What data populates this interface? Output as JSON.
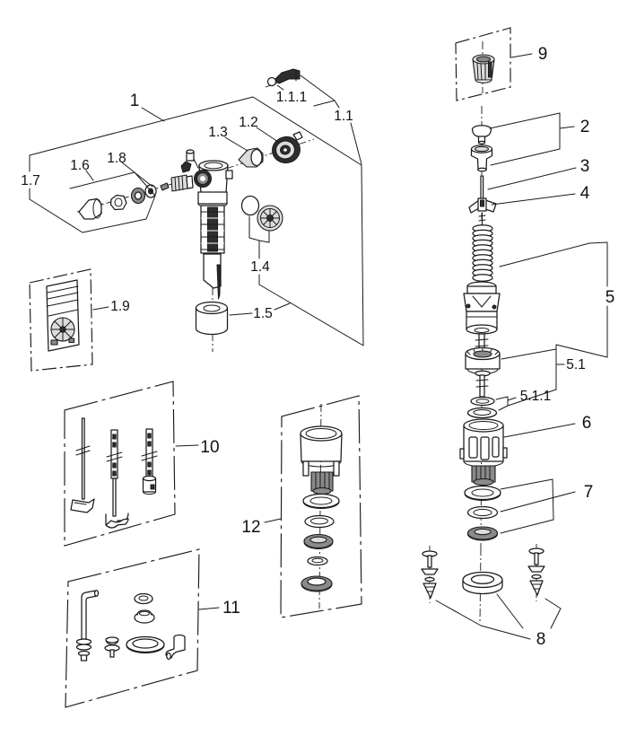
{
  "diagram_type": "exploded-parts-diagram",
  "colors": {
    "bg": "#ffffff",
    "line": "#1a1a1a",
    "dark": "#2e2e2e",
    "mid": "#8a8a8a",
    "light": "#dcdcdc",
    "text": "#111111"
  },
  "labels": {
    "p1": "1",
    "p1_1": "1.1",
    "p1_1_1": "1.1.1",
    "p1_2": "1.2",
    "p1_3": "1.3",
    "p1_4": "1.4",
    "p1_5": "1.5",
    "p1_6": "1.6",
    "p1_7": "1.7",
    "p1_8": "1.8",
    "p1_9": "1.9",
    "p2": "2",
    "p3": "3",
    "p4": "4",
    "p5": "5",
    "p5_1": "5.1",
    "p5_1_1": "5.1.1",
    "p6": "6",
    "p7": "7",
    "p8": "8",
    "p9": "9",
    "p10": "10",
    "p11": "11",
    "p12": "12"
  }
}
